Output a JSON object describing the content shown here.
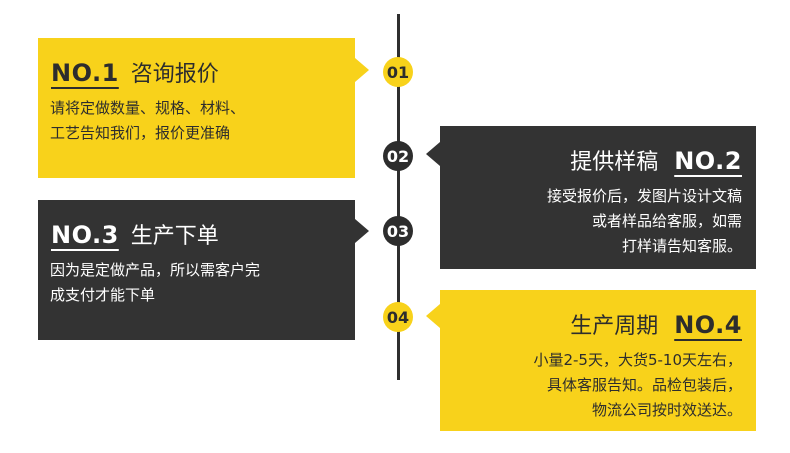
{
  "steps": [
    {
      "dot": "01",
      "num": "NO.1",
      "title": "咨询报价",
      "lines": [
        "请将定做数量、规格、材料、",
        "工艺告知我们，报价更准确"
      ]
    },
    {
      "dot": "02",
      "num": "NO.2",
      "title": "提供样稿",
      "lines": [
        "接受报价后，发图片设计文稿",
        "或者样品给客服，如需",
        "打样请告知客服。"
      ]
    },
    {
      "dot": "03",
      "num": "NO.3",
      "title": "生产下单",
      "lines": [
        "因为是定做产品，所以需客户完",
        "成支付才能下单"
      ]
    },
    {
      "dot": "04",
      "num": "NO.4",
      "title": "生产周期",
      "lines": [
        "小量2-5天，大货5-10天左右，",
        "具体客服告知。品检包装后，",
        "物流公司按时效送达。"
      ]
    }
  ],
  "colors": {
    "yellow": "#f8d21b",
    "dark": "#333333"
  }
}
